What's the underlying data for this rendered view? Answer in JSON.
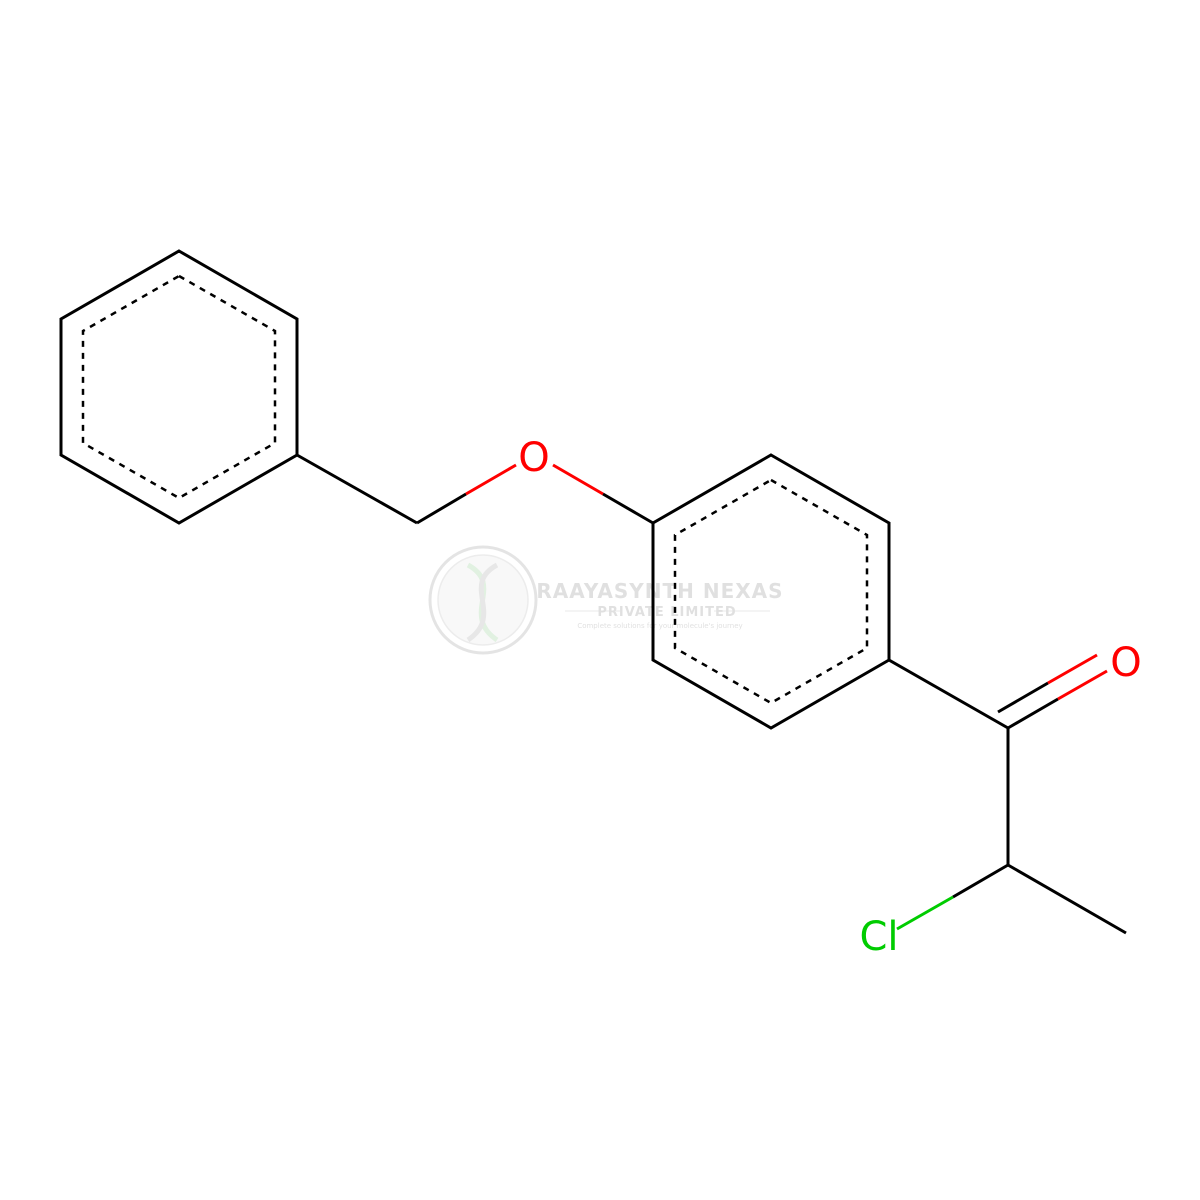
{
  "molecule": {
    "atoms": [
      {
        "id": "o_ether",
        "label": "O",
        "color": "#ff0000"
      },
      {
        "id": "o_carbonyl",
        "label": "O",
        "color": "#ff0000"
      },
      {
        "id": "cl",
        "label": "Cl",
        "color": "#00cc00"
      }
    ]
  },
  "watermark": {
    "title": "RAAYASYNTH NEXAS",
    "subtitle": "PRIVATE LIMITED",
    "tagline": "Complete solutions for your molecule's journey",
    "color": "#c8c8c8"
  },
  "colors": {
    "bond": "#000000",
    "oxygen": "#ff0000",
    "chlorine": "#00cc00"
  }
}
